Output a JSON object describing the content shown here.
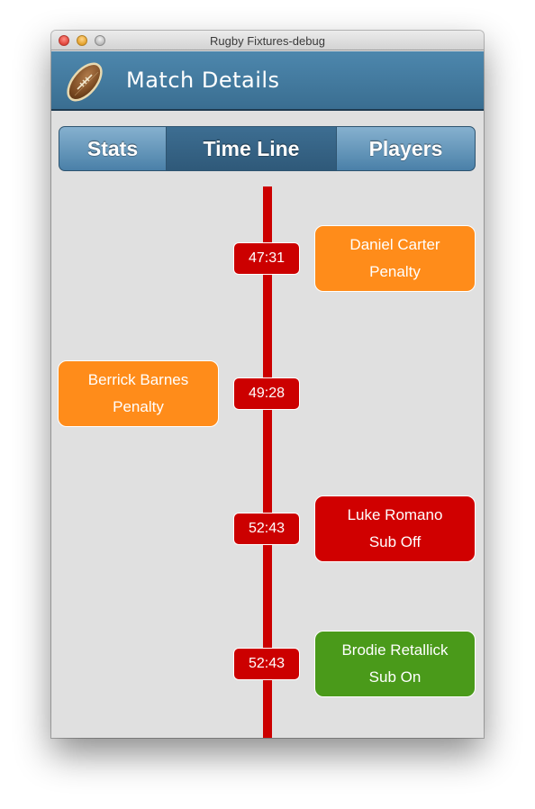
{
  "window": {
    "title": "Rugby Fixtures-debug"
  },
  "header": {
    "title": "Match Details",
    "logo_icon": "rugby-ball-icon"
  },
  "tabs": [
    {
      "label": "Stats",
      "selected": false
    },
    {
      "label": "Time Line",
      "selected": true
    },
    {
      "label": "Players",
      "selected": false
    }
  ],
  "colors": {
    "header": "#3f7aa0",
    "timeline": "#cc0000",
    "penalty": "#ff8c1a",
    "sub_off": "#d00000",
    "sub_on": "#4a9a1a"
  },
  "timeline": {
    "events": [
      {
        "time": "47:31",
        "player": "Daniel Carter",
        "type": "Penalty",
        "side": "right"
      },
      {
        "time": "49:28",
        "player": "Berrick Barnes",
        "type": "Penalty",
        "side": "left"
      },
      {
        "time": "52:43",
        "player": "Luke Romano",
        "type": "Sub Off",
        "side": "right"
      },
      {
        "time": "52:43",
        "player": "Brodie Retallick",
        "type": "Sub On",
        "side": "right"
      }
    ]
  }
}
